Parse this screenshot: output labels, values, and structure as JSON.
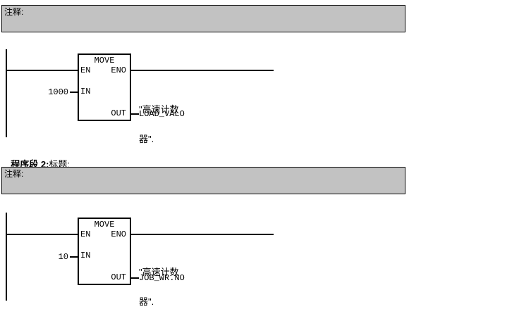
{
  "colors": {
    "comment_bg": "#c2c2c2",
    "wire": "#000000",
    "background": "#ffffff",
    "text": "#000000"
  },
  "networks": [
    {
      "comment": {
        "label": "注释:"
      },
      "block": {
        "title": "MOVE",
        "ports": {
          "en": "EN",
          "eno": "ENO",
          "in": "IN",
          "out": "OUT"
        },
        "in_value": "1000",
        "out_operand": {
          "line1": "\"高速计数",
          "line2": "器\".",
          "param": "LOAD_VALO"
        }
      }
    },
    {
      "header": {
        "bold": "程序段 2:",
        "normal": "标题:"
      },
      "comment": {
        "label": "注释:"
      },
      "block": {
        "title": "MOVE",
        "ports": {
          "en": "EN",
          "eno": "ENO",
          "in": "IN",
          "out": "OUT"
        },
        "in_value": "10",
        "out_operand": {
          "line1": "\"高速计数",
          "line2": "器\".",
          "param": "JOB_WR.NO"
        }
      }
    }
  ]
}
